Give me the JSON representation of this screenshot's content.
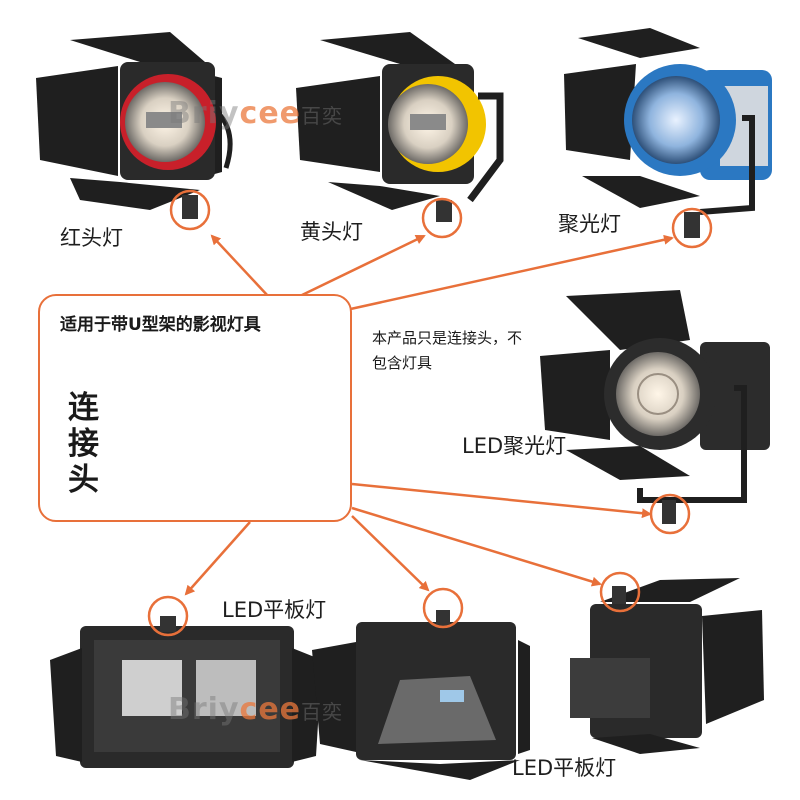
{
  "center": {
    "title": "适用于带U型架的影视灯具",
    "vertical_text": "连接头"
  },
  "note": "本产品只是连接头，不包含灯具",
  "labels": {
    "red_head": "红头灯",
    "yellow_head": "黄头灯",
    "spotlight": "聚光灯",
    "led_spotlight": "LED聚光灯",
    "led_panel_1": "LED平板灯",
    "led_panel_2": "LED平板灯"
  },
  "watermark": {
    "latin_a": "Bri",
    "latin_b": "y",
    "latin_c": "c",
    "latin_d": "ee",
    "cn": "百奕"
  },
  "colors": {
    "accent": "#e8703a",
    "dark": "#222222",
    "red_lamp": "#c8202a",
    "yellow_lamp": "#f2c400",
    "blue_lamp": "#2b78c2"
  }
}
